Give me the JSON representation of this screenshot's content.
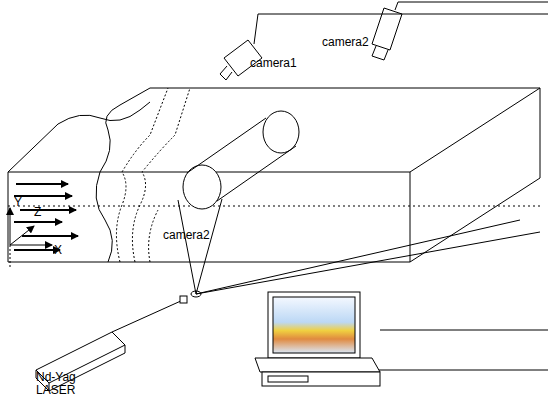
{
  "diagram": {
    "labels": [
      "camera1",
      "camera2",
      "camera2",
      "Y",
      "Z",
      "X",
      "Nd-Yag LASER"
    ]
  }
}
